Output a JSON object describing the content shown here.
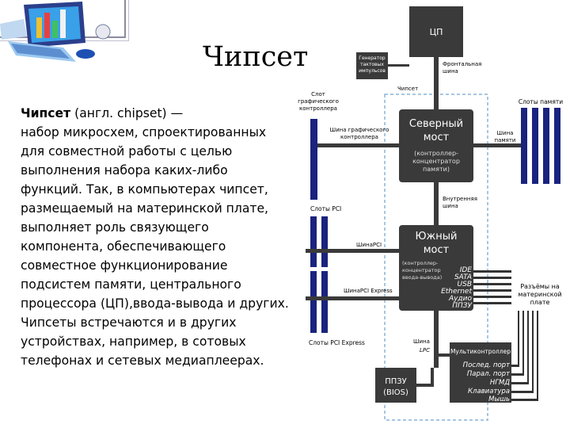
{
  "slide": {
    "title": "Чипсет",
    "definition_term": "Чипсет",
    "definition_text": " (англ. chipset) —\nнабор микросхем, спроектированных\nдля совместной работы с целью\nвыполнения набора каких-либо\nфункций. Так, в компьютерах чипсет,\nразмещаемый на материнской плате,\nвыполняет роль связующего\nкомпонента, обеспечивающего\nсовместное функционирование\nподсистем памяти, центрального\nпроцессора (ЦП),ввода-вывода и других.\nЧипсеты встречаются и в других\nустройствах, например, в сотовых\nтелефонах и сетевых медиаплеерах."
  },
  "diagram": {
    "cpu": "ЦП",
    "clock": [
      "Генератор",
      "тактовых",
      "импульсов"
    ],
    "fsb": [
      "Фронтальная",
      "шина"
    ],
    "chipset_label": "Чипсет",
    "agp_slot": [
      "Слот",
      "графического",
      "контроллера"
    ],
    "agp_bus": [
      "Шина графического",
      "контроллера"
    ],
    "north": [
      "Северный",
      "мост"
    ],
    "north_sub": [
      "(контроллер-",
      "концентратор",
      "памяти)"
    ],
    "mem_slots": "Слоты памяти",
    "mem_bus": [
      "Шина",
      "памяти"
    ],
    "internal_bus": [
      "Внутренняя",
      "шина"
    ],
    "pci_slots": "Слоты PCI",
    "pci_bus": "ШинаPCI",
    "south": [
      "Южный",
      "мост"
    ],
    "south_sub": [
      "(контроллер-",
      "концентратор",
      "ввода-вывода)"
    ],
    "south_ports": [
      "IDE",
      "SATA",
      "USB",
      "Ethernet",
      "Аудио",
      "ППЗУ"
    ],
    "onboard": [
      "Разъёмы на",
      "материнской",
      "плате"
    ],
    "pcie_bus": "ШинаPCI Express",
    "pcie_slots": "Слоты PCI Express",
    "lpc": [
      "Шина",
      "LPC"
    ],
    "multi": "Мультиконтроллер",
    "multi_ports": [
      "Послед. порт",
      "Парал. порт",
      "НГМД",
      "Клавиатура",
      "Мышь"
    ],
    "rom": [
      "ППЗУ",
      "(BIOS)"
    ]
  }
}
